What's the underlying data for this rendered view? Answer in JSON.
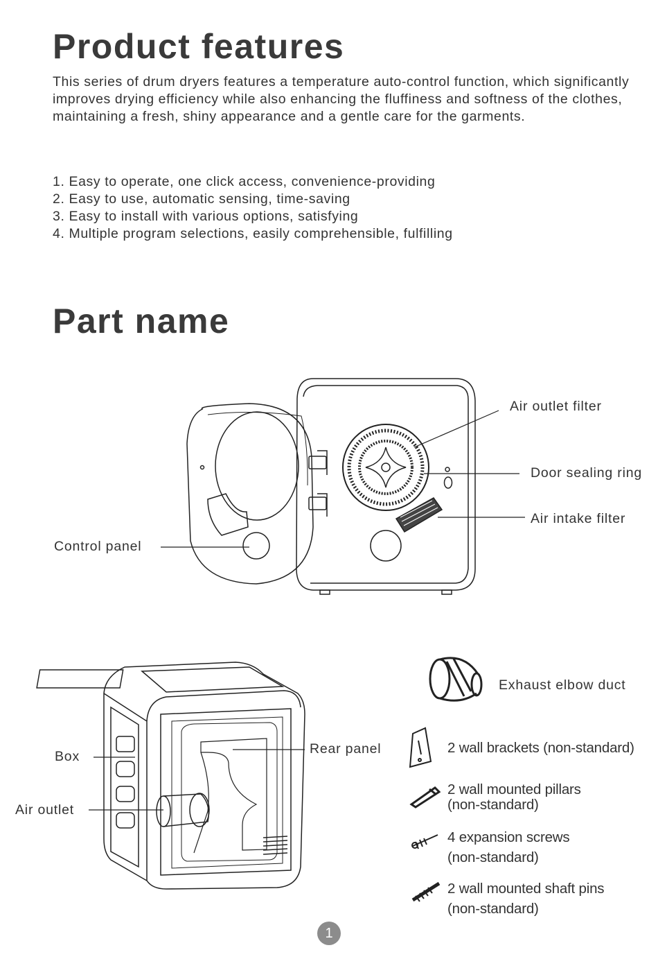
{
  "features": {
    "title": "Product features",
    "intro": "This series of drum dryers features a temperature auto-control function, which significantly improves drying efficiency while also enhancing the fluffiness and softness of the clothes, maintaining a fresh, shiny appearance and a gentle care for the garments.",
    "items": [
      "1. Easy to operate, one click access, convenience-providing",
      "2. Easy to use, automatic sensing, time-saving",
      "3. Easy to install with various options, satisfying",
      "4. Multiple program selections, easily comprehensible, fulfilling"
    ]
  },
  "parts": {
    "title": "Part name",
    "front_labels": {
      "air_outlet_filter": "Air outlet filter",
      "door_sealing_ring": "Door sealing ring",
      "air_intake_filter": "Air intake filter",
      "control_panel": "Control panel"
    },
    "rear_labels": {
      "box": "Box",
      "air_outlet": "Air outlet",
      "rear_panel": "Rear panel"
    },
    "accessories": {
      "elbow": "Exhaust elbow duct",
      "brackets": "2 wall brackets (non-standard)",
      "pillars_1": "2 wall mounted pillars",
      "pillars_2": "(non-standard)",
      "screws_1": "4 expansion screws",
      "screws_2": "(non-standard)",
      "pins_1": "2 wall mounted shaft pins",
      "pins_2": "(non-standard)"
    }
  },
  "page_number": "1",
  "colors": {
    "heading": "#3a3a3a",
    "text": "#333333",
    "page_badge": "#8c8c8c"
  }
}
